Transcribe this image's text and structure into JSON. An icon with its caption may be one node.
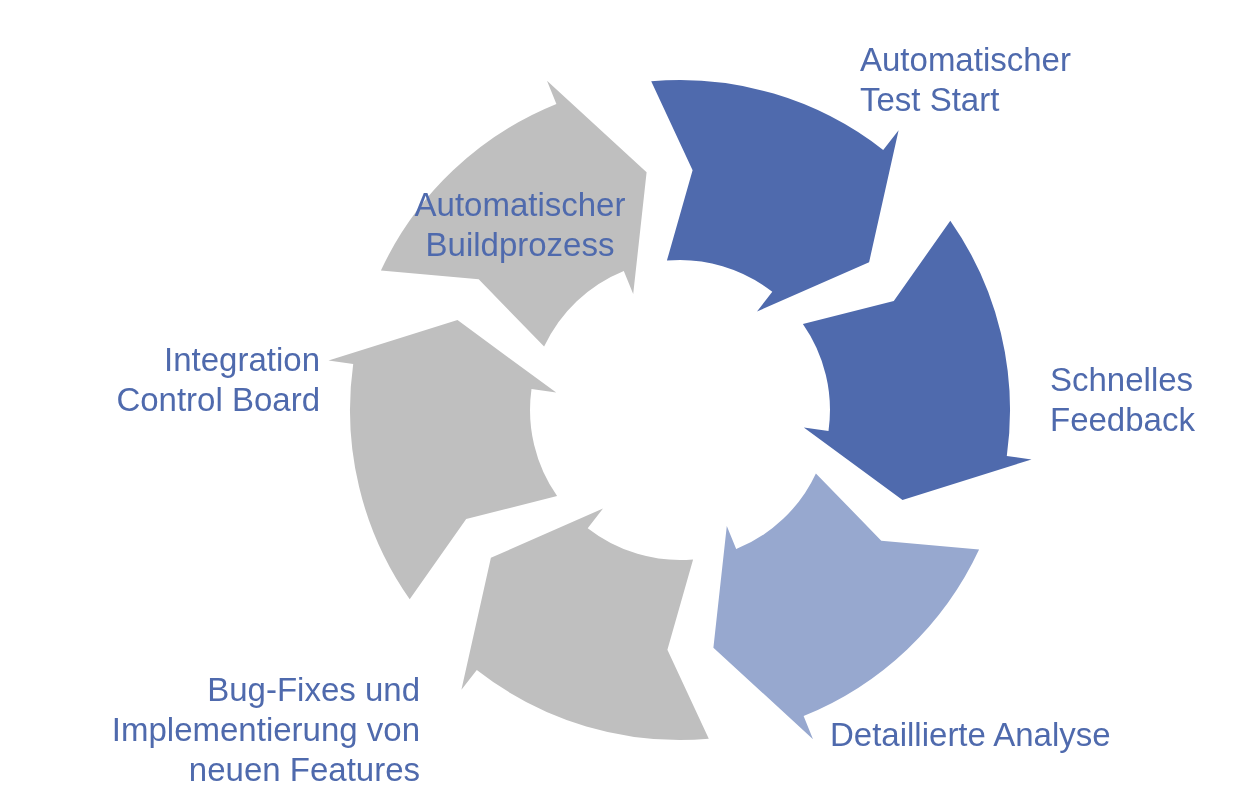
{
  "diagram": {
    "nodes": [
      {
        "text": [
          "Automatischer Buildprozess"
        ]
      },
      {
        "text": [
          "Automatischer Test Start"
        ]
      },
      {
        "text": [
          "Schnelles Feedback"
        ]
      },
      {
        "text": [
          "Detaillierte Analyse"
        ]
      },
      {
        "text": [
          "Bug-Fixes und Implementierung von neuen Features"
        ]
      },
      {
        "text": [
          "Integration Control Board"
        ]
      }
    ]
  }
}
